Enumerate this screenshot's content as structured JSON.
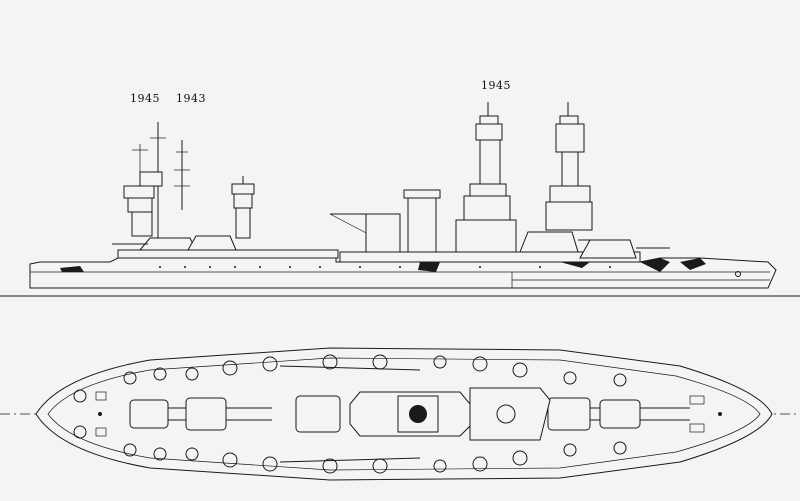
{
  "profile_labels": {
    "mast_left_a": "1945",
    "mast_left_b": "1943",
    "mast_right": "1945"
  }
}
